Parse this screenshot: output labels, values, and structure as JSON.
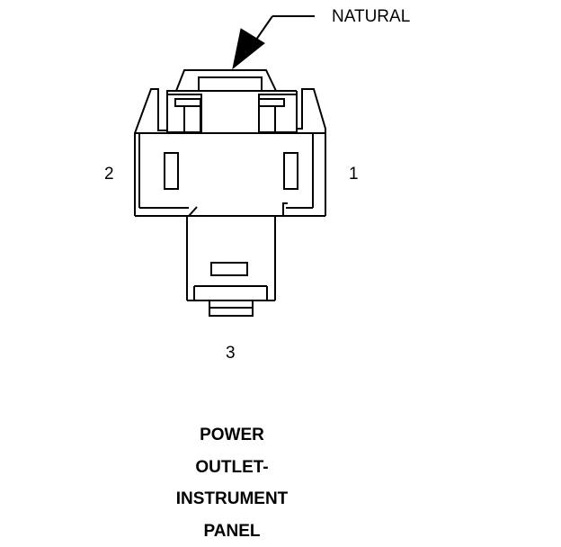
{
  "callout": {
    "label": "NATURAL"
  },
  "cavities": {
    "pin_1": "1",
    "pin_2": "2",
    "pin_3": "3"
  },
  "caption": {
    "lines": [
      "POWER",
      "OUTLET-",
      "INSTRUMENT",
      "PANEL"
    ]
  },
  "colors": {
    "line": "#000000",
    "background": "#ffffff"
  }
}
